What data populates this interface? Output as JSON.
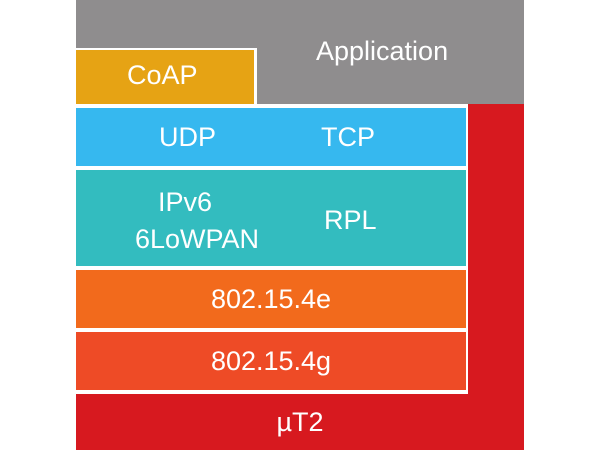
{
  "layers": {
    "application": "Application",
    "coap": "CoAP",
    "udp": "UDP",
    "tcp": "TCP",
    "ipv6": "IPv6",
    "sixlowpan": "6LoWPAN",
    "rpl": "RPL",
    "ieee_802_15_4e": "802.15.4e",
    "ieee_802_15_4g": "802.15.4g",
    "ut2": "µT2"
  },
  "colors": {
    "application": "#8f8d8e",
    "coap": "#e6a314",
    "udp_tcp": "#36b8ef",
    "ip_layer": "#33bcbf",
    "ieee_802_15_4e": "#f26a1c",
    "ieee_802_15_4g": "#ee4b26",
    "ut2": "#d7191f"
  }
}
